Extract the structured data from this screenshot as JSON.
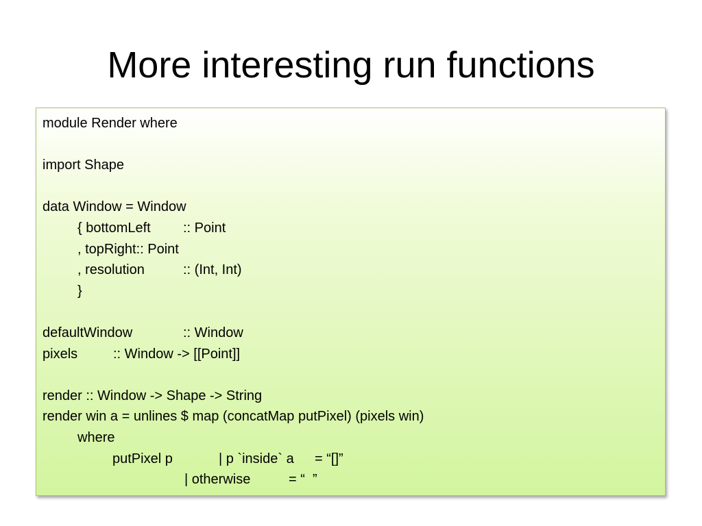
{
  "slide": {
    "title": "More interesting run functions"
  },
  "code_lines": [
    [
      "module Render where"
    ],
    [
      ""
    ],
    [
      "import Shape"
    ],
    [
      ""
    ],
    [
      "data Window = Window"
    ],
    [
      "{ bottomLeft",
      ":: Point"
    ],
    [
      ", topRight:: Point"
    ],
    [
      ", resolution",
      ":: (Int, Int)"
    ],
    [
      "}"
    ],
    [
      ""
    ],
    [
      "defaultWindow",
      ":: Window"
    ],
    [
      "pixels",
      ":: Window -> [[Point]]"
    ],
    [
      ""
    ],
    [
      "render :: Window -> Shape -> String"
    ],
    [
      "render win a = unlines $ map (concatMap putPixel) (pixels win)"
    ],
    [
      "where"
    ],
    [
      "putPixel p",
      "| p `inside` a",
      "= “[]”"
    ],
    [
      "| otherwise",
      "= “  ”"
    ]
  ]
}
